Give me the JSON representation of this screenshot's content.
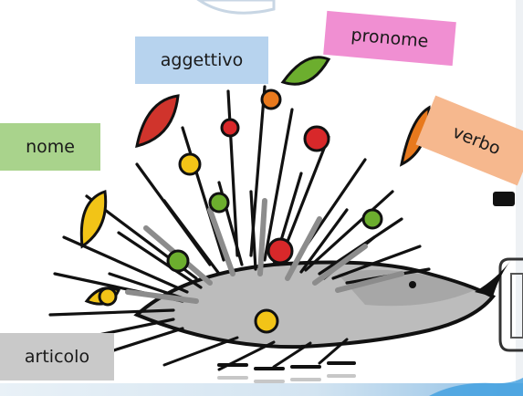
{
  "labels": {
    "aggettivo": "aggettivo",
    "pronome": "pronome",
    "nome": "nome",
    "verbo": "verbo",
    "articolo": "articolo"
  },
  "colors": {
    "aggettivo": "#b7d3ee",
    "pronome": "#f08fd2",
    "nome": "#a9d38c",
    "verbo": "#f6b88e",
    "articolo": "#c9c9c9",
    "berry_red": "#d8282a",
    "berry_yellow": "#f2c417",
    "berry_green": "#6cae2e",
    "berry_orange": "#e8791d",
    "quill_gray": "#8c8c8c",
    "outline": "#111111"
  },
  "illustration": {
    "subject": "hedgehog-icon",
    "berries": [
      "red",
      "yellow",
      "green",
      "orange"
    ]
  }
}
